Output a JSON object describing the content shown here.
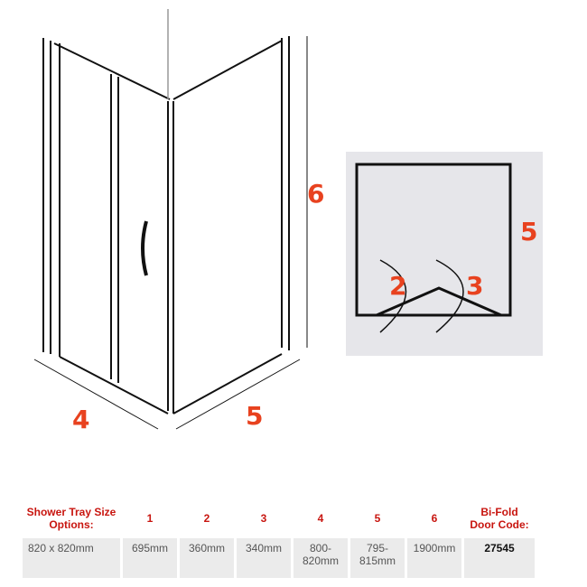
{
  "diagram": {
    "labels": {
      "d4": "4",
      "d5": "5",
      "d6": "6"
    },
    "plan": {
      "label5": "5",
      "label2": "2",
      "label3": "3"
    }
  },
  "table": {
    "headers": [
      "Shower Tray Size Options:",
      "1",
      "2",
      "3",
      "4",
      "5",
      "6",
      "Bi-Fold Door Code:"
    ],
    "row": [
      "820 x 820mm",
      "695mm",
      "360mm",
      "340mm",
      "800-820mm",
      "795-815mm",
      "1900mm",
      "27545"
    ]
  }
}
